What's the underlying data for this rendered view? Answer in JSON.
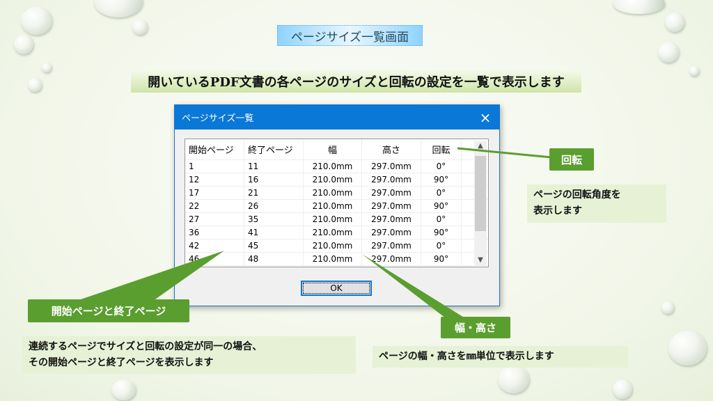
{
  "slide": {
    "title": "ページサイズ一覧画面",
    "subtitle": "開いているPDF文書の各ページのサイズと回転の設定を一覧で表示します"
  },
  "dialog": {
    "title": "ページサイズ一覧",
    "close_icon": "×",
    "ok_label": "OK",
    "columns": [
      "開始ページ",
      "終了ページ",
      "幅",
      "高さ",
      "回転"
    ],
    "rows": [
      [
        "1",
        "11",
        "210.0mm",
        "297.0mm",
        "0°"
      ],
      [
        "12",
        "16",
        "210.0mm",
        "297.0mm",
        "90°"
      ],
      [
        "17",
        "21",
        "210.0mm",
        "297.0mm",
        "0°"
      ],
      [
        "22",
        "26",
        "210.0mm",
        "297.0mm",
        "90°"
      ],
      [
        "27",
        "35",
        "210.0mm",
        "297.0mm",
        "0°"
      ],
      [
        "36",
        "41",
        "210.0mm",
        "297.0mm",
        "90°"
      ],
      [
        "42",
        "45",
        "210.0mm",
        "297.0mm",
        "0°"
      ],
      [
        "46",
        "48",
        "210.0mm",
        "297.0mm",
        "90°"
      ]
    ]
  },
  "callouts": {
    "rotation": {
      "label": "回転",
      "desc": [
        "ページの回転角度を",
        "表示します"
      ]
    },
    "pages": {
      "label": "開始ページと終了ページ",
      "desc": [
        "連続するページでサイズと回転の設定が同一の場合、",
        "その開始ページと終了ページを表示します"
      ]
    },
    "size": {
      "label": "幅・高さ",
      "desc": [
        "ページの幅・高さを㎜単位で表示します"
      ]
    }
  },
  "colors": {
    "callout": "#5a9e2f",
    "titlebar": "#0a78d7"
  }
}
